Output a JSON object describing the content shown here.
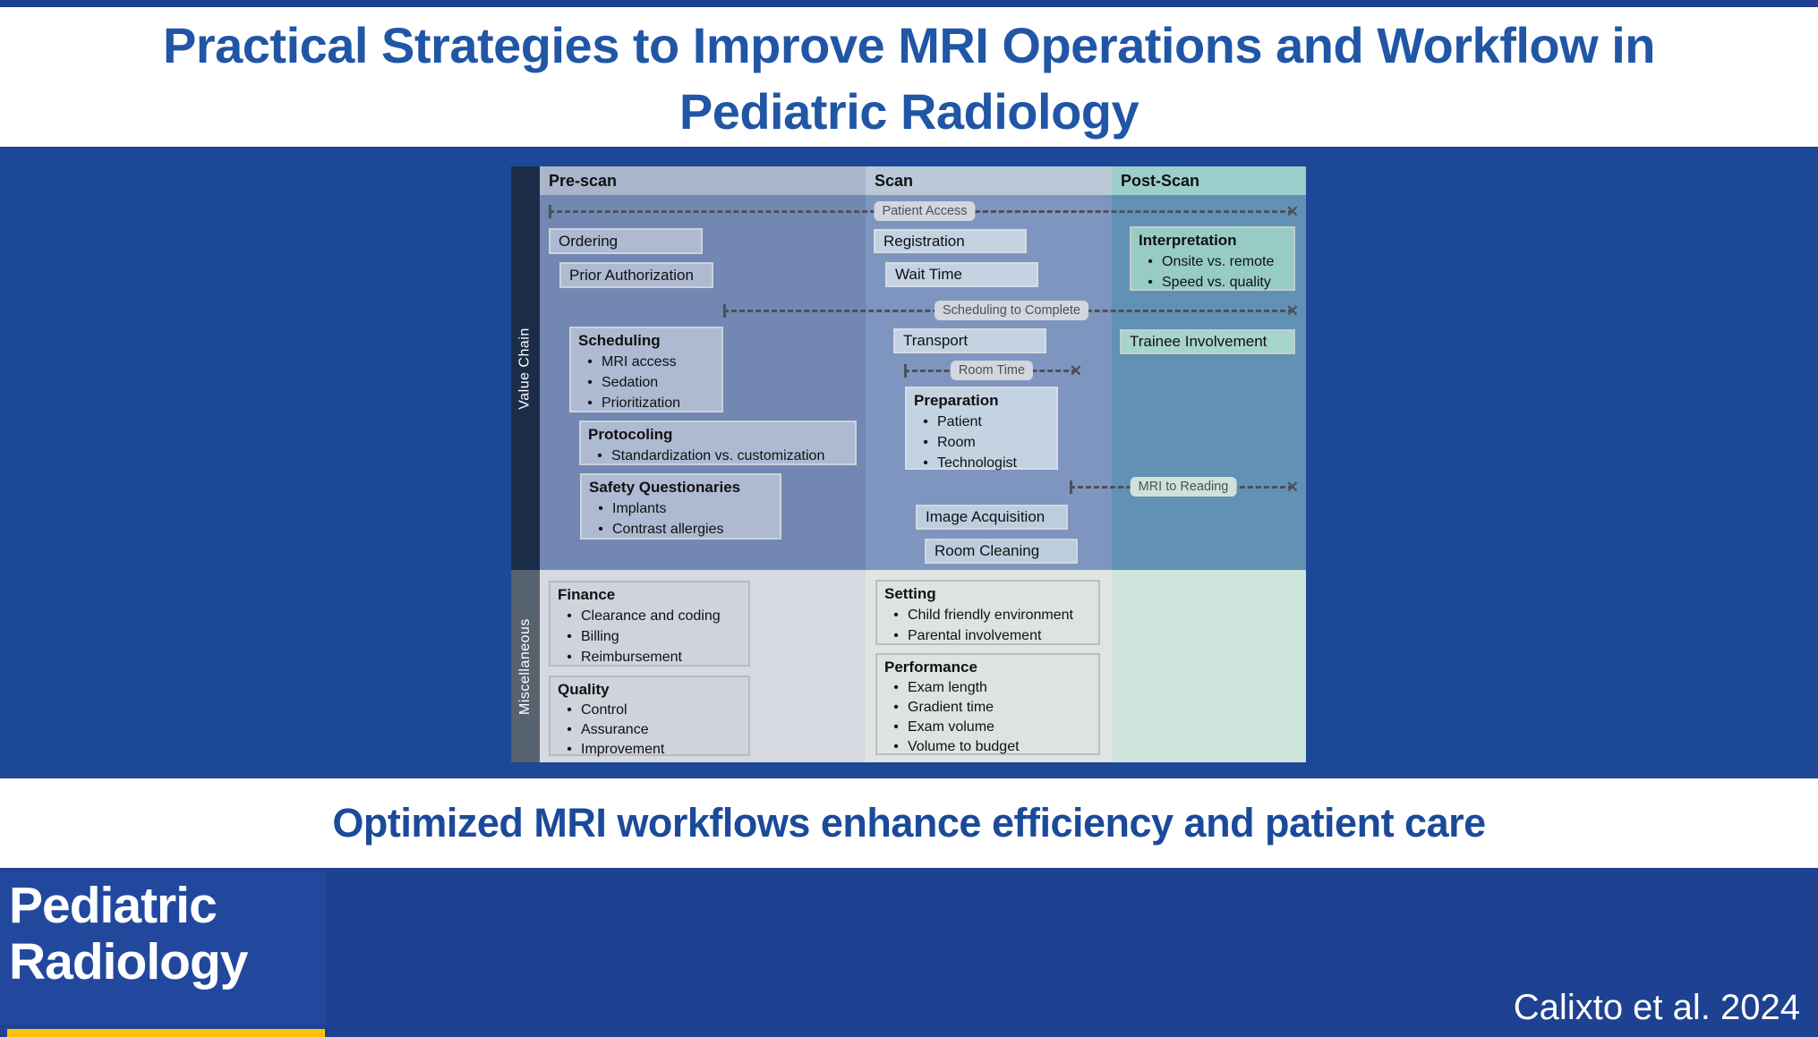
{
  "slide": {
    "title": "Practical Strategies to Improve MRI Operations and Workflow in Pediatric Radiology",
    "subtitle": "Optimized MRI workflows enhance efficiency and patient care",
    "citation": "Calixto et al. 2024",
    "logo": {
      "line1": "Pediatric",
      "line2": "Radiology"
    }
  },
  "icons": {
    "timeline_end": "✕"
  },
  "colors": {
    "footer_blue": "#1e4191",
    "band_blue": "#1d4898",
    "title_blue": "#2156a6",
    "logo_yellow": "#fcc30b",
    "prescan_header_bg": "#a9b5ca",
    "scan_header_bg": "#bac9d8",
    "postscan_header_bg": "#9ccecb"
  },
  "diagram": {
    "headers": {
      "prescan": "Pre-scan",
      "scan": "Scan",
      "postscan": "Post-Scan"
    },
    "side": {
      "value_chain": "Value Chain",
      "miscellaneous": "Miscellaneous"
    },
    "timelines": {
      "patient_access": "Patient Access",
      "scheduling_to_complete": "Scheduling to Complete",
      "room_time": "Room Time",
      "mri_to_reading": "MRI to Reading"
    },
    "prescan": {
      "ordering": "Ordering",
      "prior_authorization": "Prior Authorization",
      "scheduling": {
        "title": "Scheduling",
        "bullets": [
          "MRI access",
          "Sedation",
          "Prioritization"
        ]
      },
      "protocoling": {
        "title": "Protocoling",
        "bullets": [
          "Standardization vs. customization"
        ]
      },
      "safety": {
        "title": "Safety Questionaries",
        "bullets": [
          "Implants",
          "Contrast allergies"
        ]
      },
      "finance": {
        "title": "Finance",
        "bullets": [
          "Clearance and coding",
          "Billing",
          "Reimbursement"
        ]
      },
      "quality": {
        "title": "Quality",
        "bullets": [
          "Control",
          "Assurance",
          "Improvement"
        ]
      }
    },
    "scan": {
      "registration": "Registration",
      "wait_time": "Wait Time",
      "transport": "Transport",
      "preparation": {
        "title": "Preparation",
        "bullets": [
          "Patient",
          "Room",
          "Technologist"
        ]
      },
      "image_acquisition": "Image Acquisition",
      "room_cleaning": "Room Cleaning",
      "setting": {
        "title": "Setting",
        "bullets": [
          "Child friendly environment",
          "Parental involvement"
        ]
      },
      "performance": {
        "title": "Performance",
        "bullets": [
          "Exam length",
          "Gradient time",
          "Exam volume",
          "Volume to budget"
        ]
      }
    },
    "postscan": {
      "interpretation": {
        "title": "Interpretation",
        "bullets": [
          "Onsite vs. remote",
          "Speed vs. quality"
        ]
      },
      "trainee_involvement": "Trainee Involvement"
    }
  }
}
